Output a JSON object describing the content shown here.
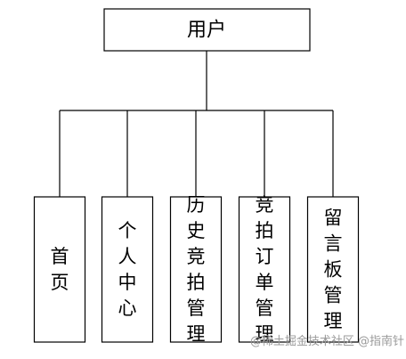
{
  "root": {
    "label": "用户"
  },
  "children": [
    {
      "label": "首页"
    },
    {
      "label": "个人中心"
    },
    {
      "label": "历史竞拍管理"
    },
    {
      "label": "竞拍订单管理"
    },
    {
      "label": "留言板管理"
    }
  ],
  "watermark": "@稀土掘金技术社区 @指南针",
  "colors": {
    "stroke": "#000000",
    "background": "#ffffff",
    "watermark": "#9a9a9a"
  }
}
